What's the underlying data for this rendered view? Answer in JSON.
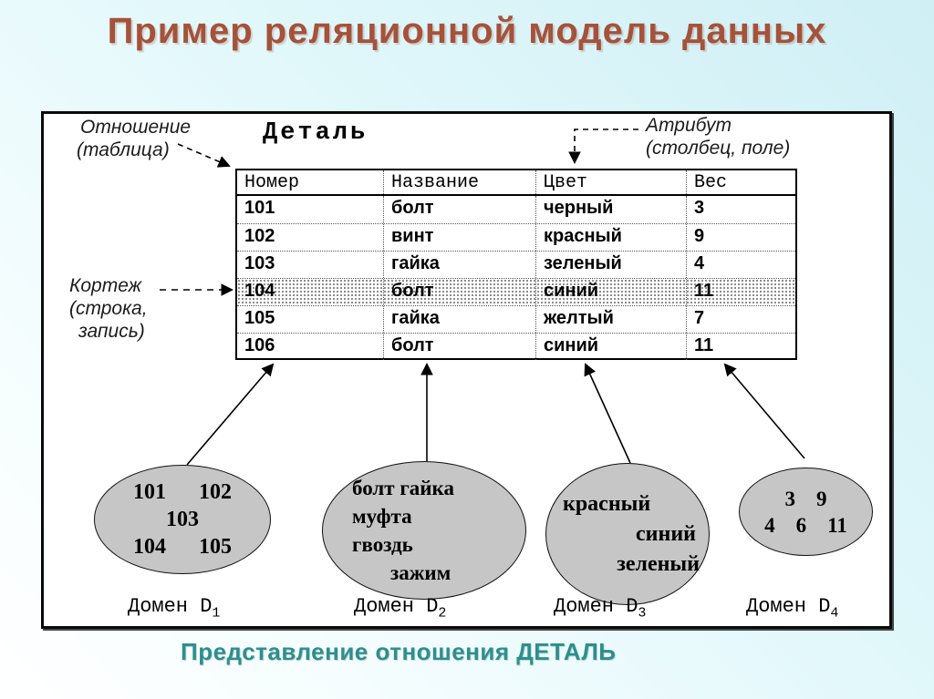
{
  "title": "Пример реляционной модель данных",
  "caption": "Представление отношения ДЕТАЛЬ",
  "colors": {
    "title_text": "#a5523a",
    "caption_text": "#2f8e8e",
    "ellipse_fill": "#c6c6c6",
    "background_cyan": "#cfeff5",
    "background_white": "#ffffff"
  },
  "annotations": {
    "relation": {
      "title": "Отношение",
      "subtitle": "(таблица)"
    },
    "attribute": {
      "title": "Атрибут",
      "subtitle": "(столбец, поле)"
    },
    "tuple": {
      "title": "Кортеж",
      "line2": "(строка,",
      "line3": "запись)"
    }
  },
  "table": {
    "name": "Деталь",
    "headers": [
      "Номер",
      "Название",
      "Цвет",
      "Вес"
    ],
    "rows": [
      [
        "101",
        "болт",
        "черный",
        "3"
      ],
      [
        "102",
        "винт",
        "красный",
        "9"
      ],
      [
        "103",
        "гайка",
        "зеленый",
        "4"
      ],
      [
        "104",
        "болт",
        "синий",
        "11"
      ],
      [
        "105",
        "гайка",
        "желтый",
        "7"
      ],
      [
        "106",
        "болт",
        "синий",
        "11"
      ]
    ],
    "highlighted_row_number": "104"
  },
  "domains": [
    {
      "name": "Домен D",
      "sub": "1",
      "lines": [
        "101  102",
        "103",
        "104  105"
      ]
    },
    {
      "name": "Домен D",
      "sub": "2",
      "lines": [
        "болт гайка",
        "муфта",
        "гвоздь",
        "зажим"
      ]
    },
    {
      "name": "Домен D",
      "sub": "3",
      "lines": [
        "красный",
        "синий",
        "зеленый"
      ]
    },
    {
      "name": "Домен D",
      "sub": "4",
      "lines": [
        "3 9",
        "4  6  11"
      ]
    }
  ]
}
